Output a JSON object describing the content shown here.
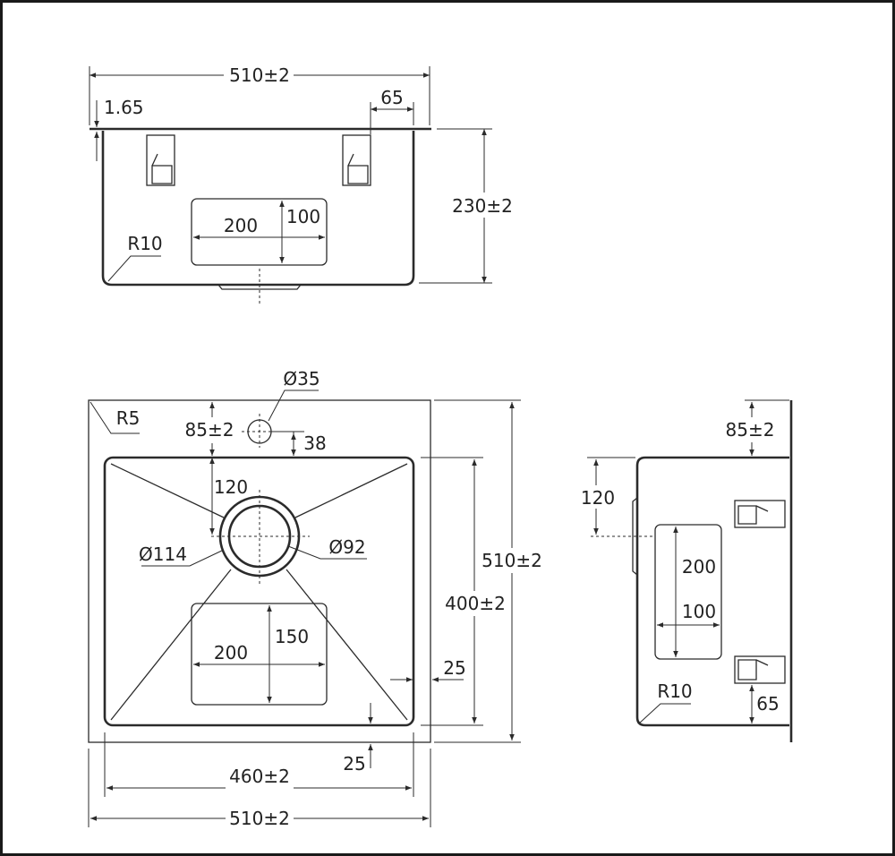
{
  "labels": {
    "top_width": "510±2",
    "top_thickness": "1.65",
    "top_clip_offset": "65",
    "top_height": "230±2",
    "top_recess_w": "200",
    "top_recess_h": "100",
    "top_radius": "R10",
    "plan_tap_hole": "Ø35",
    "plan_corner_radius": "R5",
    "plan_tap_offset": "85±2",
    "plan_tap_gap": "38",
    "plan_waste_offset": "120",
    "plan_waste_outer": "Ø114",
    "plan_waste_inner": "Ø92",
    "plan_outer_depth": "510±2",
    "plan_bowl_depth": "400±2",
    "plan_recess_w": "200",
    "plan_recess_h": "150",
    "plan_side_margin": "25",
    "plan_bottom_margin": "25",
    "plan_bowl_width": "460±2",
    "plan_outer_width": "510±2",
    "side_tap_offset": "85±2",
    "side_waste_offset": "120",
    "side_recess_h": "200",
    "side_recess_w": "100",
    "side_radius": "R10",
    "side_clip_offset": "65"
  }
}
